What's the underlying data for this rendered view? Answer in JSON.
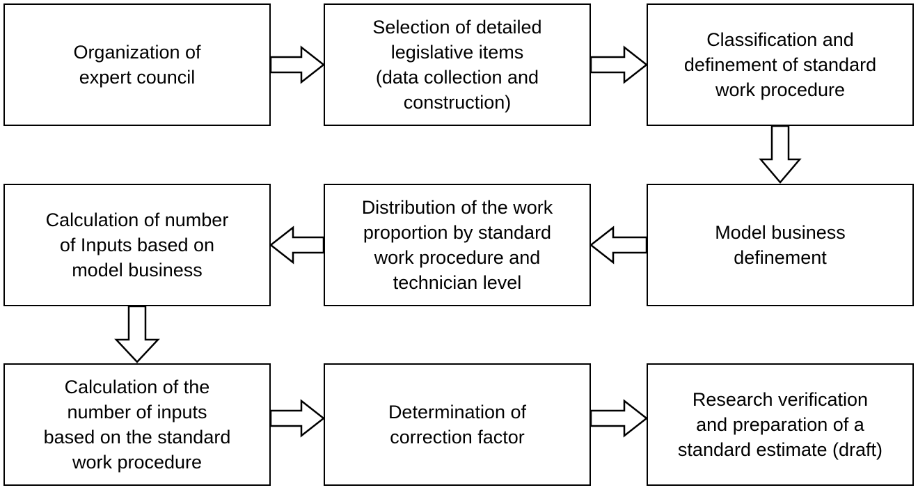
{
  "diagram": {
    "steps": [
      {
        "id": "b1",
        "text": "Organization of\nexpert council"
      },
      {
        "id": "b2",
        "text": "Selection of detailed\nlegislative items\n(data collection and\nconstruction)"
      },
      {
        "id": "b3",
        "text": "Classification and\ndefinement of standard\nwork procedure"
      },
      {
        "id": "b4",
        "text": "Model business\ndefinement"
      },
      {
        "id": "b5",
        "text": "Distribution of the work\nproportion by standard\nwork procedure and\ntechnician level"
      },
      {
        "id": "b6",
        "text": "Calculation of number\nof Inputs based on\nmodel business"
      },
      {
        "id": "b7",
        "text": "Calculation of the\nnumber of inputs\nbased on the standard\nwork procedure"
      },
      {
        "id": "b8",
        "text": "Determination of\ncorrection factor"
      },
      {
        "id": "b9",
        "text": "Research verification\nand preparation of a\nstandard estimate (draft)"
      }
    ],
    "colors": {
      "border": "#000000",
      "fill": "#ffffff",
      "text": "#000000"
    }
  }
}
